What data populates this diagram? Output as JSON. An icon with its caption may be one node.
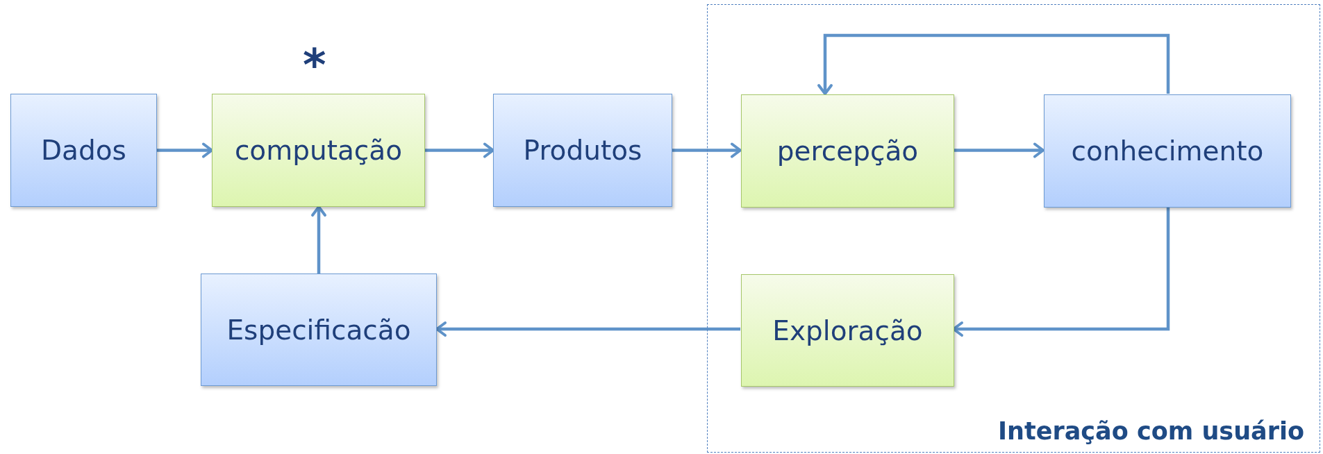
{
  "diagram": {
    "nodes": [
      {
        "text": [
          "Dados"
        ]
      },
      {
        "text": [
          "computação"
        ]
      },
      {
        "text": [
          "Produtos"
        ]
      },
      {
        "text": [
          "Interação com usuário"
        ]
      },
      {
        "text": [
          "percepção"
        ],
        "in": 3
      },
      {
        "text": [
          "conhecimento"
        ],
        "in": 3
      },
      {
        "text": [
          "Especificacão"
        ]
      },
      {
        "text": [
          "Exploração"
        ],
        "in": 3
      }
    ],
    "edges": [
      {
        "from": 0,
        "to": 1,
        "arrow": "to"
      },
      {
        "from": 1,
        "to": 2,
        "arrow": "to"
      },
      {
        "from": 2,
        "to": 4,
        "arrow": "to"
      },
      {
        "from": 4,
        "to": 5,
        "arrow": "to"
      },
      {
        "from": 5,
        "to": 4,
        "arrow": "to"
      },
      {
        "from": 5,
        "to": 7,
        "arrow": "to"
      },
      {
        "from": 7,
        "to": 6,
        "arrow": "to"
      },
      {
        "from": 6,
        "to": 1,
        "arrow": "to"
      }
    ],
    "labels": [
      "*"
    ]
  }
}
